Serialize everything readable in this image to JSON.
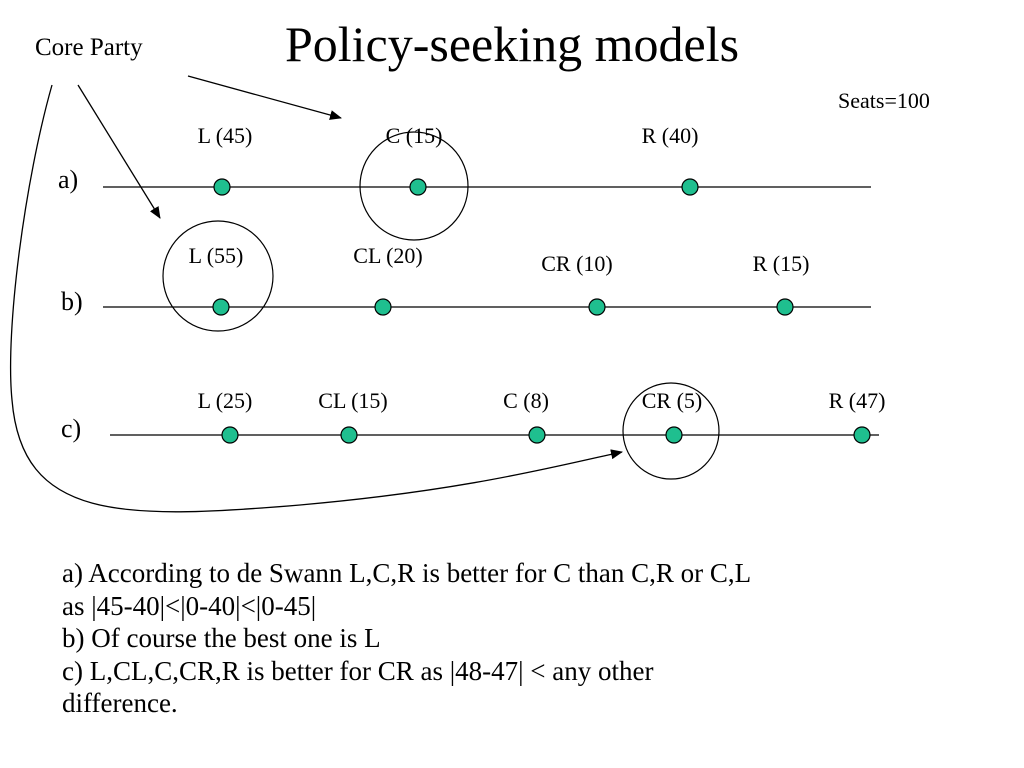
{
  "title": "Policy-seeking models",
  "core_party_label": "Core Party",
  "seats_label": "Seats=100",
  "rows": [
    {
      "label": "a)",
      "parties": [
        {
          "name": "L (45)",
          "core": false
        },
        {
          "name": "C (15)",
          "core": true
        },
        {
          "name": "R (40)",
          "core": false
        }
      ]
    },
    {
      "label": "b)",
      "parties": [
        {
          "name": "L (55)",
          "core": true
        },
        {
          "name": "CL (20)",
          "core": false
        },
        {
          "name": "CR (10)",
          "core": false
        },
        {
          "name": "R (15)",
          "core": false
        }
      ]
    },
    {
      "label": "c)",
      "parties": [
        {
          "name": "L (25)",
          "core": false
        },
        {
          "name": "CL (15)",
          "core": false
        },
        {
          "name": "C (8)",
          "core": false
        },
        {
          "name": "CR (5)",
          "core": true
        },
        {
          "name": "R (47)",
          "core": false
        }
      ]
    }
  ],
  "explanation": [
    "a) According to de Swann L,C,R is better for C than C,R or C,L",
    "as |45-40|<|0-40|<|0-45|",
    "b) Of course the best one is L",
    "c) L,CL,C,CR,R is better for CR as |48-47| < any other",
    "difference."
  ],
  "colors": {
    "dot_fill": "#1fbf8f",
    "line": "#000000"
  }
}
